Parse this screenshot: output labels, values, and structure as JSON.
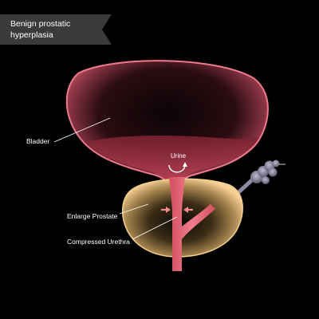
{
  "title": {
    "line1": "Benign prostatic",
    "line2": "hyperplasia"
  },
  "labels": {
    "bladder": "Bladder",
    "urine": "Urine",
    "prostate": "Enlarge Prostate",
    "urethra": "Compressed Urethra"
  },
  "colors": {
    "background": "#000000",
    "bladder_wall": "#e8667a",
    "urine_fill": "#b23a4c",
    "prostate": "#f2c98a",
    "urethra": "#ea6b7d",
    "compression_arrows": "#f28a8a",
    "seminal_vesicle": "#8f8aa4",
    "title_banner": "#3a3a3a"
  },
  "icons": {
    "urine_flow": "circular-arrow-icon",
    "compression": "inward-arrows-icon"
  }
}
